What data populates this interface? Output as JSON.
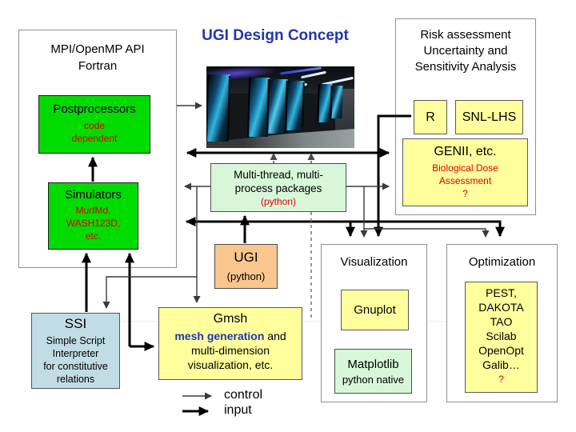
{
  "slide": {
    "title": "UGI Design Concept"
  },
  "boxes": {
    "mpi": {
      "lines": [
        "MPI/OpenMP API",
        "Fortran"
      ]
    },
    "postprocessors": {
      "title": "Postprocessors",
      "sub": [
        "code",
        "dependent"
      ]
    },
    "simulators": {
      "title": "Simulators",
      "sub": [
        "MurfMd,",
        "WASH123D,",
        "etc."
      ]
    },
    "risk": {
      "lines": [
        "Risk assessment",
        "Uncertainty and",
        "Sensitivity Analysis"
      ]
    },
    "r": {
      "title": "R"
    },
    "snl": {
      "title": "SNL-LHS"
    },
    "genii": {
      "title": "GENII, etc.",
      "sub": [
        "Biological Dose",
        "Assessment",
        "?"
      ]
    },
    "multithread": {
      "lines": [
        "Multi-thread, multi-",
        "process packages"
      ],
      "note": "(python)"
    },
    "ugi": {
      "title": "UGI",
      "note": "(python)"
    },
    "visualization": {
      "title": "Visualization"
    },
    "gnuplot": {
      "title": "Gnuplot"
    },
    "matplotlib": {
      "title": "Matplotlib",
      "note": "python native"
    },
    "optimization": {
      "title": "Optimization"
    },
    "pest": {
      "lines": [
        "PEST,",
        "DAKOTA",
        "TAO",
        "Scilab",
        "OpenOpt",
        "Galib…"
      ],
      "question": "?"
    },
    "ssi": {
      "title": "SSI",
      "sub": [
        "Simple Script",
        "Interpreter",
        "for constitutive",
        "relations"
      ]
    },
    "gmsh": {
      "title": "Gmsh",
      "highlight": "mesh generation",
      "after_highlight": " and",
      "lines": [
        "multi-dimension",
        "visualization, etc."
      ]
    }
  },
  "legend": {
    "control": "control",
    "input": "input"
  },
  "colors": {
    "title_blue": "#2336ac",
    "bright_green": "#00dc00",
    "pale_green": "#d8f7d8",
    "yellow": "#ffff9e",
    "tan": "#f9c68e",
    "powder_blue": "#c1dce5",
    "red_text": "#dd0000",
    "mesh_blue": "#2038a8"
  }
}
